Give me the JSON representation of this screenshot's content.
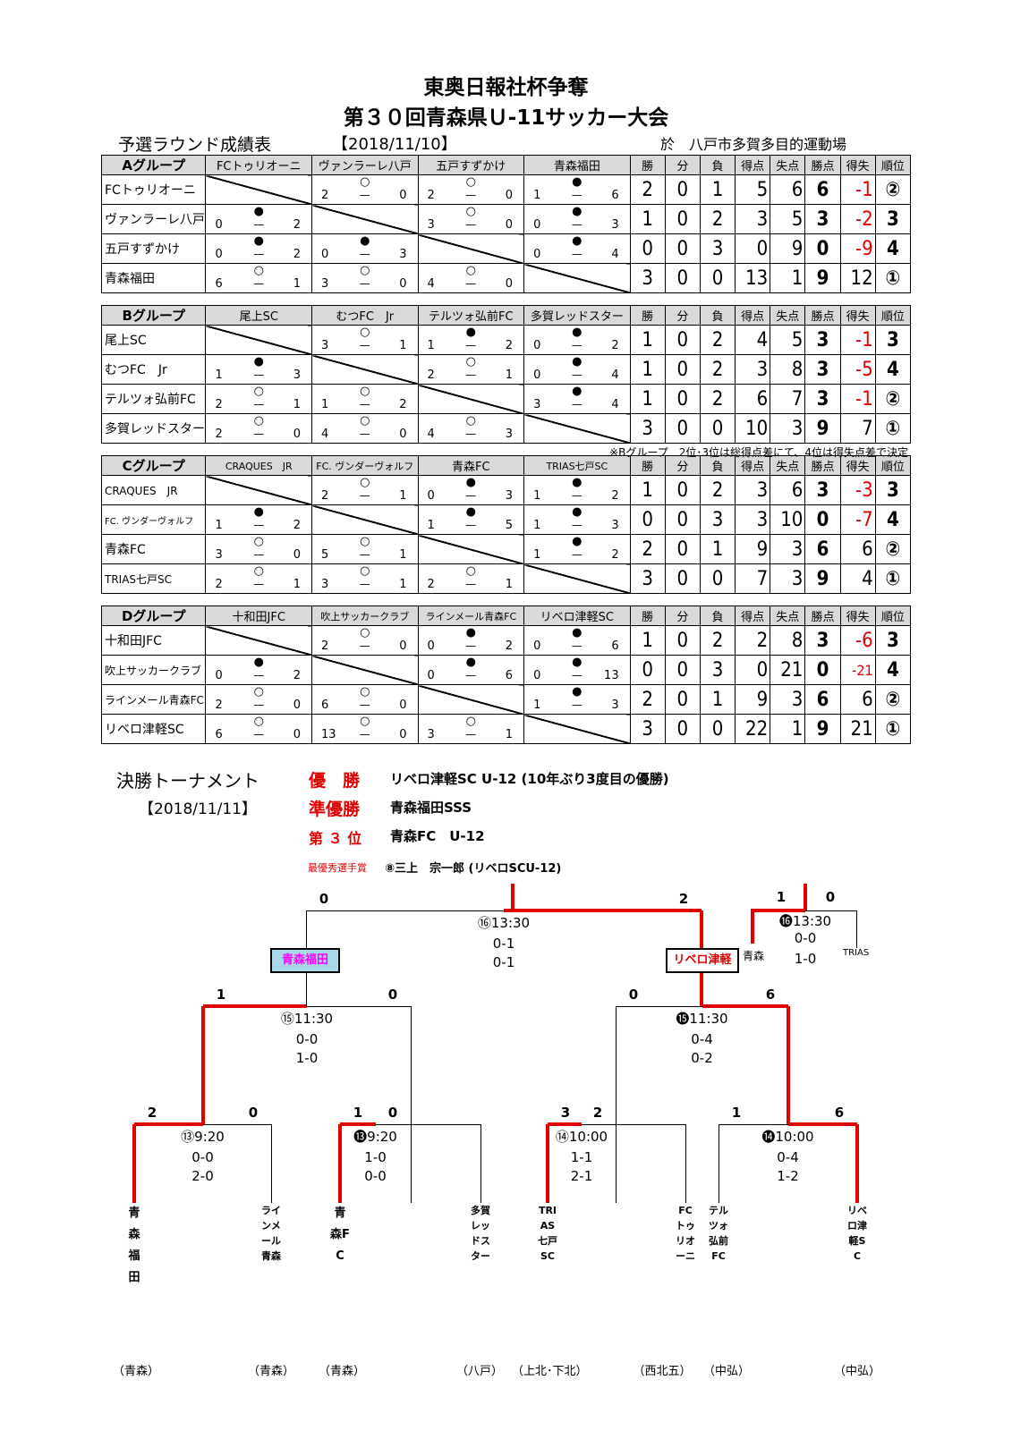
{
  "header": {
    "title1": "東奥日報社杯争奪",
    "title2": "第３０回青森県Ｕ-11サッカー大会",
    "prelim_label": "予選ラウンド成績表",
    "prelim_date": "【2018/11/10】",
    "venue": "於　八戸市多賀多目的運動場"
  },
  "stat_headers": [
    "勝",
    "分",
    "負",
    "得点",
    "失点",
    "勝点",
    "得失",
    "順位"
  ],
  "groups": [
    {
      "name": "Aグループ",
      "teams": [
        "FCトゥリオーニ",
        "ヴァンラーレ八戸",
        "五戸すずかけ",
        "青森福田"
      ],
      "rows": [
        {
          "results": [
            null,
            {
              "m": "○",
              "l": "2",
              "r": "0"
            },
            {
              "m": "○",
              "l": "2",
              "r": "0"
            },
            {
              "m": "●",
              "l": "1",
              "r": "6"
            }
          ],
          "stats": [
            "2",
            "0",
            "1",
            "5",
            "6",
            "6",
            "-1",
            "②"
          ]
        },
        {
          "results": [
            {
              "m": "●",
              "l": "0",
              "r": "2"
            },
            null,
            {
              "m": "○",
              "l": "3",
              "r": "0"
            },
            {
              "m": "●",
              "l": "0",
              "r": "3"
            }
          ],
          "stats": [
            "1",
            "0",
            "2",
            "3",
            "5",
            "3",
            "-2",
            "3"
          ]
        },
        {
          "results": [
            {
              "m": "●",
              "l": "0",
              "r": "2"
            },
            {
              "m": "●",
              "l": "0",
              "r": "3"
            },
            null,
            {
              "m": "●",
              "l": "0",
              "r": "4"
            }
          ],
          "stats": [
            "0",
            "0",
            "3",
            "0",
            "9",
            "0",
            "-9",
            "4"
          ]
        },
        {
          "results": [
            {
              "m": "○",
              "l": "6",
              "r": "1"
            },
            {
              "m": "○",
              "l": "3",
              "r": "0"
            },
            {
              "m": "○",
              "l": "4",
              "r": "0"
            },
            null
          ],
          "stats": [
            "3",
            "0",
            "0",
            "13",
            "1",
            "9",
            "12",
            "①"
          ]
        }
      ]
    },
    {
      "name": "Bグループ",
      "teams": [
        "尾上SC",
        "むつFC　Jr",
        "テルツォ弘前FC",
        "多賀レッドスター"
      ],
      "rows": [
        {
          "results": [
            null,
            {
              "m": "○",
              "l": "3",
              "r": "1"
            },
            {
              "m": "●",
              "l": "1",
              "r": "2"
            },
            {
              "m": "●",
              "l": "0",
              "r": "2"
            }
          ],
          "stats": [
            "1",
            "0",
            "2",
            "4",
            "5",
            "3",
            "-1",
            "3"
          ]
        },
        {
          "results": [
            {
              "m": "●",
              "l": "1",
              "r": "3"
            },
            null,
            {
              "m": "○",
              "l": "2",
              "r": "1"
            },
            {
              "m": "●",
              "l": "0",
              "r": "4"
            }
          ],
          "stats": [
            "1",
            "0",
            "2",
            "3",
            "8",
            "3",
            "-5",
            "4"
          ]
        },
        {
          "results": [
            {
              "m": "○",
              "l": "2",
              "r": "1"
            },
            {
              "m": "○",
              "l": "1",
              "r": "2"
            },
            null,
            {
              "m": "●",
              "l": "3",
              "r": "4"
            }
          ],
          "stats": [
            "1",
            "0",
            "2",
            "6",
            "7",
            "3",
            "-1",
            "②"
          ]
        },
        {
          "results": [
            {
              "m": "○",
              "l": "2",
              "r": "0"
            },
            {
              "m": "○",
              "l": "4",
              "r": "0"
            },
            {
              "m": "○",
              "l": "4",
              "r": "3"
            },
            null
          ],
          "stats": [
            "3",
            "0",
            "0",
            "10",
            "3",
            "9",
            "7",
            "①"
          ]
        }
      ],
      "note": "※Bグループ　2位･3位は総得点差にて、4位は得失点差で決定"
    },
    {
      "name": "Cグループ",
      "teams": [
        "CRAQUES　JR",
        "FC. ヴンダーヴォルフ",
        "青森FC",
        "TRIAS七戸SC"
      ],
      "rows": [
        {
          "results": [
            null,
            {
              "m": "○",
              "l": "2",
              "r": "1"
            },
            {
              "m": "●",
              "l": "0",
              "r": "3"
            },
            {
              "m": "●",
              "l": "1",
              "r": "2"
            }
          ],
          "stats": [
            "1",
            "0",
            "2",
            "3",
            "6",
            "3",
            "-3",
            "3"
          ]
        },
        {
          "results": [
            {
              "m": "●",
              "l": "1",
              "r": "2"
            },
            null,
            {
              "m": "●",
              "l": "1",
              "r": "5"
            },
            {
              "m": "●",
              "l": "1",
              "r": "3"
            }
          ],
          "stats": [
            "0",
            "0",
            "3",
            "3",
            "10",
            "0",
            "-7",
            "4"
          ]
        },
        {
          "results": [
            {
              "m": "○",
              "l": "3",
              "r": "0"
            },
            {
              "m": "○",
              "l": "5",
              "r": "1"
            },
            null,
            {
              "m": "●",
              "l": "1",
              "r": "2"
            }
          ],
          "stats": [
            "2",
            "0",
            "1",
            "9",
            "3",
            "6",
            "6",
            "②"
          ]
        },
        {
          "results": [
            {
              "m": "○",
              "l": "2",
              "r": "1"
            },
            {
              "m": "○",
              "l": "3",
              "r": "1"
            },
            {
              "m": "○",
              "l": "2",
              "r": "1"
            },
            null
          ],
          "stats": [
            "3",
            "0",
            "0",
            "7",
            "3",
            "9",
            "4",
            "①"
          ]
        }
      ]
    },
    {
      "name": "Dグループ",
      "teams": [
        "十和田JFC",
        "吹上サッカークラブ",
        "ラインメール青森FC",
        "リベロ津軽SC"
      ],
      "rows": [
        {
          "results": [
            null,
            {
              "m": "○",
              "l": "2",
              "r": "0"
            },
            {
              "m": "●",
              "l": "0",
              "r": "2"
            },
            {
              "m": "●",
              "l": "0",
              "r": "6"
            }
          ],
          "stats": [
            "1",
            "0",
            "2",
            "2",
            "8",
            "3",
            "-6",
            "3"
          ]
        },
        {
          "results": [
            {
              "m": "●",
              "l": "0",
              "r": "2"
            },
            null,
            {
              "m": "●",
              "l": "0",
              "r": "6"
            },
            {
              "m": "●",
              "l": "0",
              "r": "13"
            }
          ],
          "stats": [
            "0",
            "0",
            "3",
            "0",
            "21",
            "0",
            "-21",
            "4"
          ]
        },
        {
          "results": [
            {
              "m": "○",
              "l": "2",
              "r": "0"
            },
            {
              "m": "○",
              "l": "6",
              "r": "0"
            },
            null,
            {
              "m": "●",
              "l": "1",
              "r": "3"
            }
          ],
          "stats": [
            "2",
            "0",
            "1",
            "9",
            "3",
            "6",
            "6",
            "②"
          ]
        },
        {
          "results": [
            {
              "m": "○",
              "l": "6",
              "r": "0"
            },
            {
              "m": "○",
              "l": "13",
              "r": "0"
            },
            {
              "m": "○",
              "l": "3",
              "r": "1"
            },
            null
          ],
          "stats": [
            "3",
            "0",
            "0",
            "22",
            "1",
            "9",
            "21",
            "①"
          ]
        }
      ]
    }
  ],
  "final": {
    "label": "決勝トーナメント",
    "date": "【2018/11/11】",
    "champion_label": "優　勝",
    "champion": "リベロ津軽SC U-12 (10年ぶり3度目の優勝)",
    "runner_label": "準優勝",
    "runner": "青森福田SSS",
    "third_label": "第 ３ 位",
    "third": "青森FC　U-12",
    "mvp_label": "最優秀選手賞",
    "mvp": "⑧三上　宗一郎 (リベロSCU-12)"
  },
  "bracket": {
    "r1": [
      {
        "no": "⑬9:20",
        "s1": "0-0",
        "s2": "2-0",
        "ls": "2",
        "rs": "0"
      },
      {
        "no": "⓭9:20",
        "s1": "1-0",
        "s2": "0-0",
        "ls": "1",
        "rs": "0"
      },
      {
        "no": "⑭10:00",
        "s1": "1-1",
        "s2": "2-1",
        "ls": "3",
        "rs": "2"
      },
      {
        "no": "⓮10:00",
        "s1": "0-4",
        "s2": "1-2",
        "ls": "1",
        "rs": "6"
      }
    ],
    "sf": [
      {
        "no": "⑮11:30",
        "s1": "0-0",
        "s2": "1-0",
        "ls": "1",
        "rs": "0"
      },
      {
        "no": "⓯11:30",
        "s1": "0-4",
        "s2": "0-2",
        "ls": "0",
        "rs": "6"
      }
    ],
    "fin": {
      "no": "⑯13:30",
      "s1": "0-1",
      "s2": "0-1",
      "ls": "0",
      "rs": "2"
    },
    "third": {
      "no": "⓰13:30",
      "s1": "0-0",
      "s2": "1-0",
      "ls": "1",
      "rs": "0",
      "left": "青森",
      "right": "TRIAS"
    },
    "finalist_left": "青森福田",
    "finalist_right": "リベロ津軽",
    "teams": [
      "青森福田",
      "ラインメール青森",
      "青森FC",
      "多賀レッドスター",
      "TRIAS七戸SC",
      "FCトゥリオーニ",
      "テルツォ弘前FC",
      "リベロ津軽SC"
    ],
    "regions": [
      "（青森）",
      "（青森）",
      "（青森）",
      "（八戸）",
      "（上北･下北）",
      "（西北五）",
      "（中弘）",
      "（中弘）"
    ]
  }
}
